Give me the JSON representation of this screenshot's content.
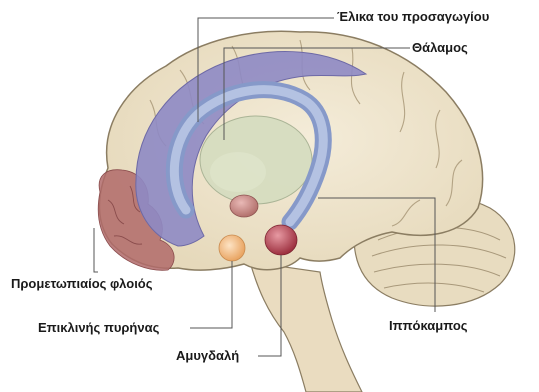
{
  "labels": {
    "cingulate_gyrus": "Έλικα του προσαγωγίου",
    "thalamus": "Θάλαμος",
    "prefrontal_cortex": "Προμετωπιαίος φλοιός",
    "nucleus_accumbens": "Επικλινής πυρήνας",
    "amygdala": "Αμυγδαλή",
    "hippocampus": "Ιππόκαμπος"
  },
  "colors": {
    "brain_fill": "#ede3cc",
    "brain_outline": "#8b7d62",
    "cingulate": "#8e8ac4",
    "thalamus": "#d4dcbf",
    "hippocampus": "#a9b8da",
    "prefrontal": "#b06a6a",
    "amygdala": "#f2b784",
    "hippocampus_node": "#b24a58",
    "leader_line": "#555555"
  }
}
